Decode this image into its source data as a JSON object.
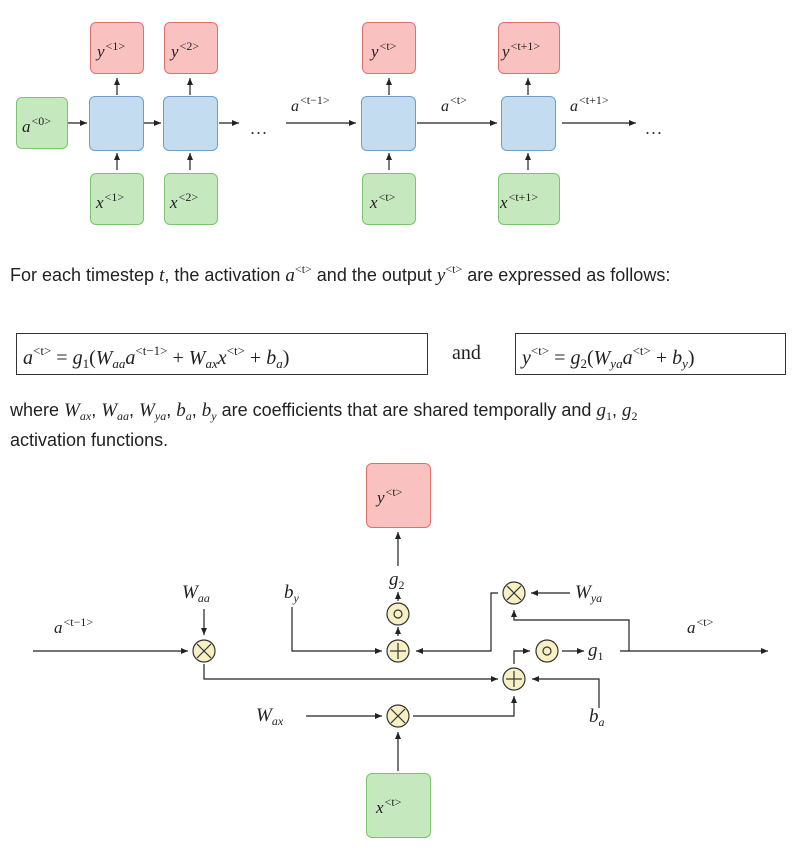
{
  "top_diagram": {
    "a0": "a",
    "a0_sup": "<0>",
    "y1": "y",
    "y1_sup": "<1>",
    "y2": "y",
    "y2_sup": "<2>",
    "yt": "y",
    "yt_sup": "<t>",
    "yt1": "y",
    "yt1_sup": "<t+1>",
    "x1": "x",
    "x1_sup": "<1>",
    "x2": "x",
    "x2_sup": "<2>",
    "xt": "x",
    "xt_sup": "<t>",
    "xt1": "x",
    "xt1_sup": "<t+1>",
    "a_tm1": "a",
    "a_tm1_sup": "<t−1>",
    "a_t": "a",
    "a_t_sup": "<t>",
    "a_tp1": "a",
    "a_tp1_sup": "<t+1>",
    "ellipsis": "..."
  },
  "sentence1": {
    "part1": "For each timestep ",
    "t": "t",
    "part2": ", the activation ",
    "a": "a",
    "a_sup": "<t>",
    "part3": " and the output ",
    "y": "y",
    "y_sup": "<t>",
    "part4": " are expressed as follows:"
  },
  "equations": {
    "eq1": {
      "lhs": "a",
      "lhs_sup": "<t>",
      "eq": " = ",
      "g": "g",
      "g_sub": "1",
      "open": "(",
      "W1": "W",
      "W1_sub": "aa",
      "a1": "a",
      "a1_sup": "<t−1>",
      "plus1": " + ",
      "W2": "W",
      "W2_sub": "ax",
      "x": "x",
      "x_sup": "<t>",
      "plus2": " + ",
      "b": "b",
      "b_sub": "a",
      "close": ")"
    },
    "and": "and",
    "eq2": {
      "lhs": "y",
      "lhs_sup": "<t>",
      "eq": " = ",
      "g": "g",
      "g_sub": "2",
      "open": "(",
      "W": "W",
      "W_sub": "ya",
      "a": "a",
      "a_sup": "<t>",
      "plus": " + ",
      "b": "b",
      "b_sub": "y",
      "close": ")"
    }
  },
  "sentence2": {
    "part1": "where ",
    "vars": "W",
    "Wax_sub": "ax",
    "Waa_sub": "aa",
    "Wya_sub": "ya",
    "b": "b",
    "ba_sub": "a",
    "by_sub": "y",
    "comma": ", ",
    "part2": " are coefficients that are shared temporally and ",
    "g": "g",
    "g1_sub": "1",
    "g2_sub": "2",
    "line2": "activation functions."
  },
  "cell_diagram": {
    "y_out": "y",
    "y_out_sup": "<t>",
    "x_in": "x",
    "x_in_sup": "<t>",
    "a_in": "a",
    "a_in_sup": "<t−1>",
    "a_out": "a",
    "a_out_sup": "<t>",
    "Waa": "W",
    "Waa_sub": "aa",
    "by": "b",
    "by_sub": "y",
    "g2": "g",
    "g2_sub": "2",
    "Wya": "W",
    "Wya_sub": "ya",
    "g1": "g",
    "g1_sub": "1",
    "Wax": "W",
    "Wax_sub": "ax",
    "ba": "b",
    "ba_sub": "a"
  }
}
